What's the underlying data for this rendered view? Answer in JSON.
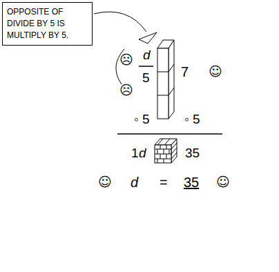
{
  "diagram": {
    "nodes": [
      {
        "text": [
          "OPPOSITE OF DIVIDE BY 5 IS MULTIPLY BY 5."
        ]
      }
    ],
    "labels": [
      "☹",
      "d",
      "5",
      "☹",
      "7",
      "☺",
      "◦ 5",
      "◦ 5",
      "1",
      "d",
      "35",
      "☺",
      "d",
      "=",
      "35",
      "☺"
    ]
  }
}
